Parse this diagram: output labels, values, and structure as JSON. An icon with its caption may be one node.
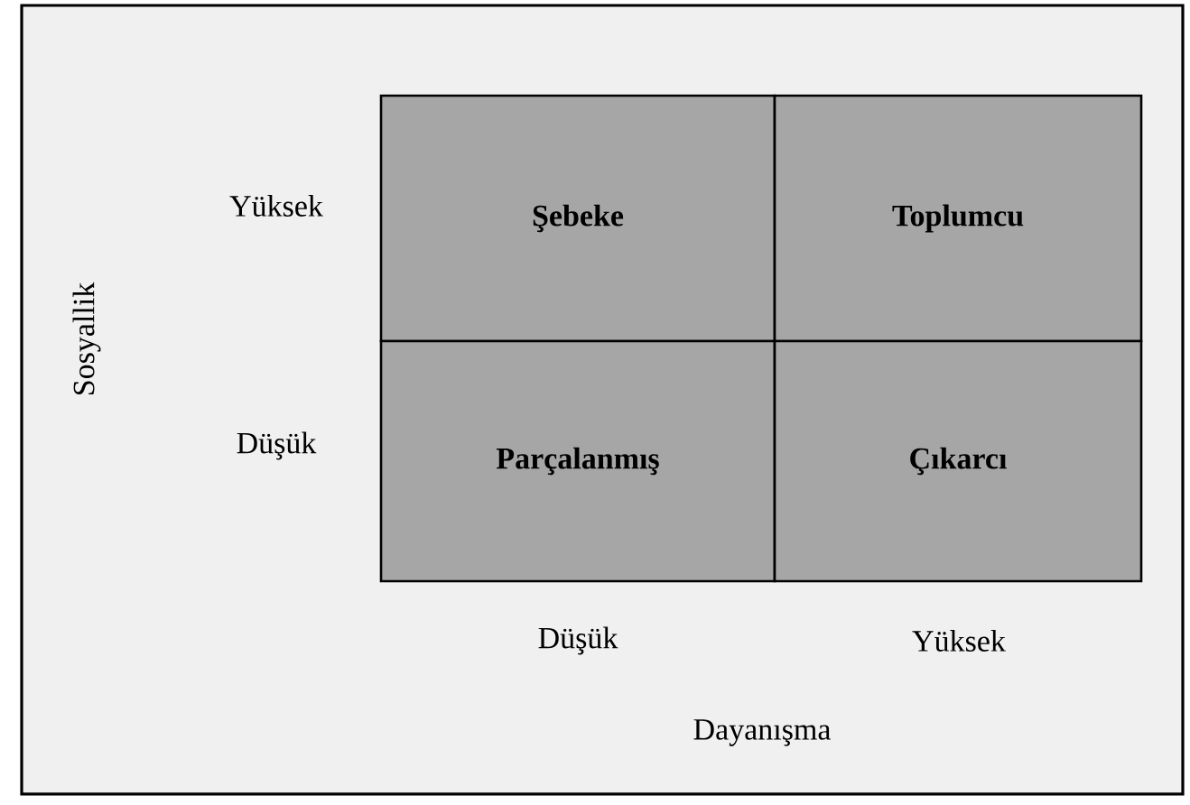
{
  "diagram": {
    "nodes": [
      {
        "text": [
          "Şebeke"
        ]
      },
      {
        "text": [
          "Toplumcu"
        ]
      },
      {
        "text": [
          "Parçalanmış"
        ]
      },
      {
        "text": [
          "Çıkarcı"
        ]
      }
    ],
    "labels": [
      "Yüksek",
      "Sosyallik",
      "Düşük",
      "Düşük",
      "Yüksek",
      "Dayanışma"
    ]
  }
}
